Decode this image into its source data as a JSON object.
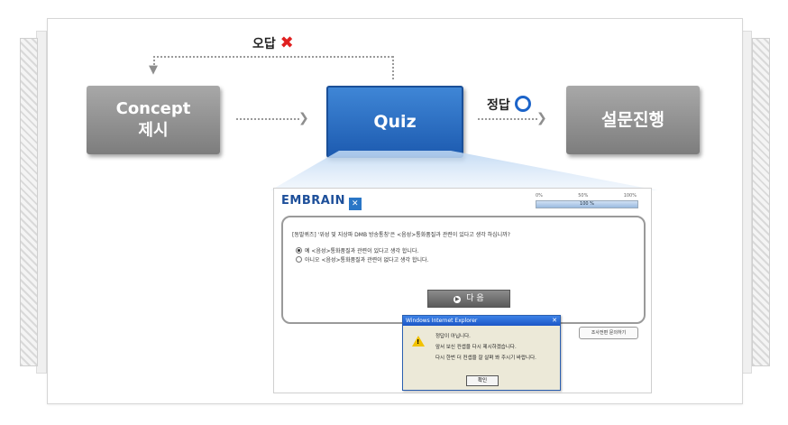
{
  "flow": {
    "concept_line1": "Concept",
    "concept_line2": "제시",
    "quiz": "Quiz",
    "survey": "설문진행",
    "wrong_label": "오답",
    "wrong_icon": "x-mark-icon",
    "correct_label": "정답",
    "correct_icon": "circle-icon"
  },
  "quiz_window": {
    "logo": "EMBRAIN",
    "progress_labels": [
      "0%",
      "50%",
      "100%"
    ],
    "progress_text": "100 %",
    "progress": 1.0,
    "question": "[동발퀴즈] '위성 및 지상파 DMB 방송통칭'은 <음성>통화품질과 관련이 있다고 생각 하십니까?",
    "options": [
      "예 <음성>통화품질과 관련이 있다고 생각 합니다.",
      "아니오 <음성>통화품질과 관련이 없다고 생각 합니다."
    ],
    "next_button": "다 음",
    "detail_button": "조사전편 문의하기",
    "dialog": {
      "title": "Windows Internet Explorer",
      "lines": [
        "정답이 아닙니다.",
        "앞서 보신 컨셉을 다시 제시하겠습니다.",
        "다시 한번 더 컨셉을 잘 살펴 봐 주시기 바랍니다."
      ],
      "ok": "확인"
    }
  },
  "colors": {
    "blue_box": "#1d5bb0",
    "grey_box": "#8a8a8a",
    "wrong": "#e02020",
    "correct": "#1c64c9"
  }
}
